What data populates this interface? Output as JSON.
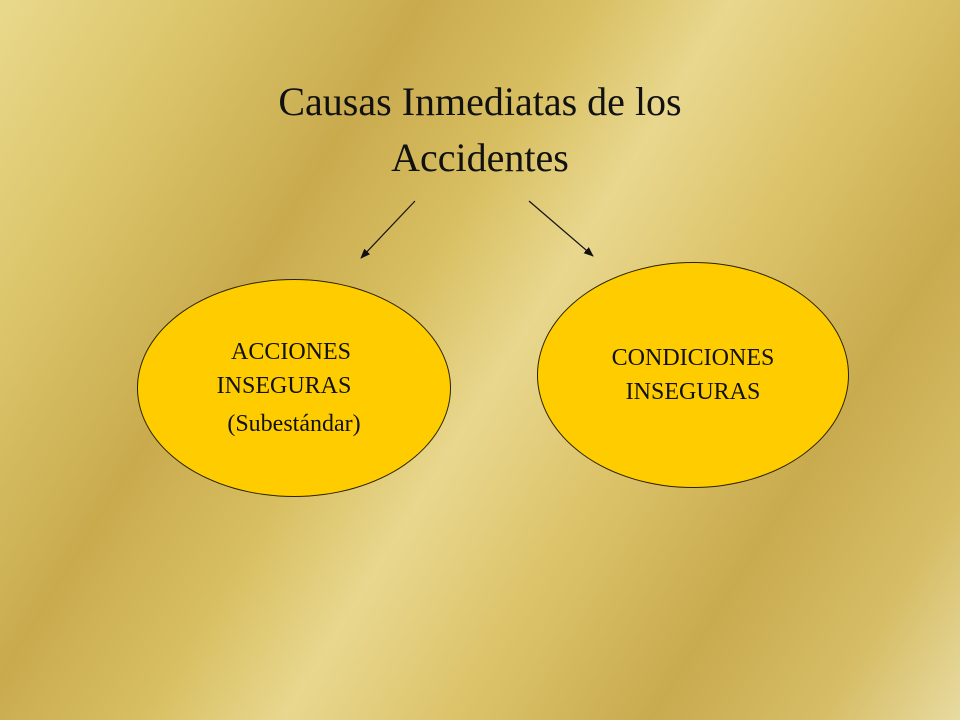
{
  "diagram": {
    "title_line1": "Causas Inmediatas de los",
    "title_line2": "Accidentes",
    "nodes": [
      {
        "line1": "ACCIONES",
        "line2": "INSEGURAS",
        "line3": "(Subestándar)"
      },
      {
        "line1": "CONDICIONES",
        "line2": "INSEGURAS"
      }
    ],
    "colors": {
      "node_fill": "#ffcc00",
      "text": "#111111",
      "background": "gold-gradient"
    },
    "edges": [
      {
        "from": "title",
        "to": "acciones-inseguras"
      },
      {
        "from": "title",
        "to": "condiciones-inseguras"
      }
    ]
  }
}
